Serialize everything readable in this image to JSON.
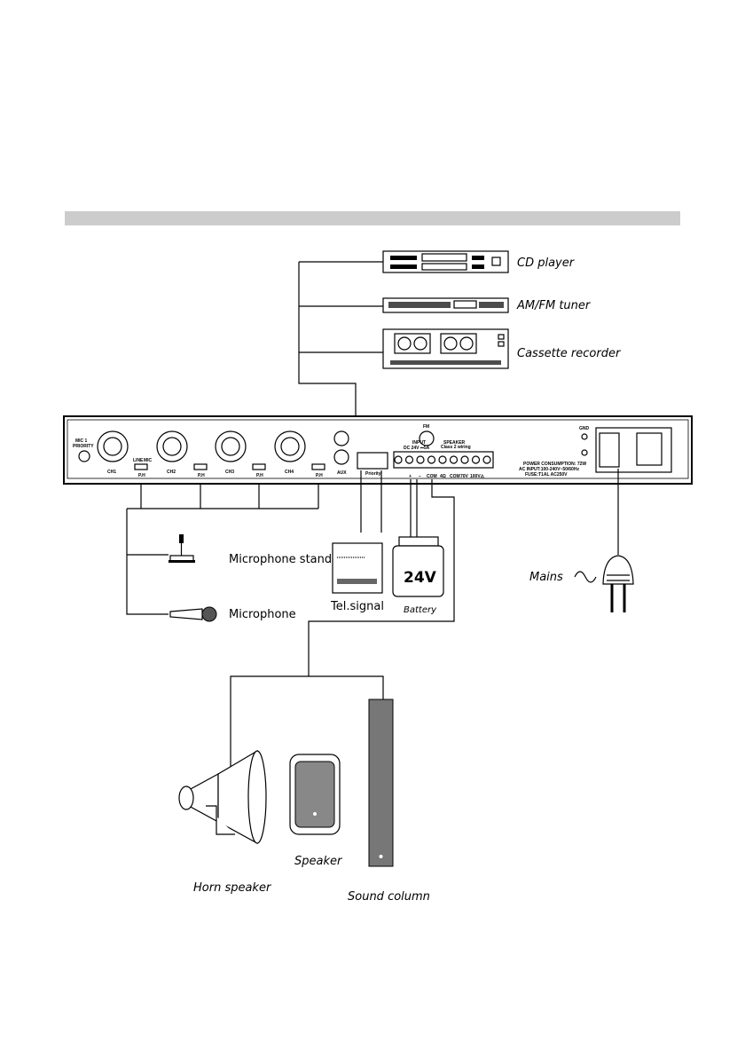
{
  "header_bar_color": "#cccccc",
  "sources": {
    "cd_player": "CD player",
    "tuner": "AM/FM tuner",
    "cassette": "Cassette recorder"
  },
  "panel": {
    "mic1_priority": [
      "MIC 1",
      "PRIORITY"
    ],
    "channels": [
      "CH1",
      "CH2",
      "CH3",
      "CH4"
    ],
    "line_label": "LINE",
    "mic_label": "MIC",
    "phantom_label": "P.H",
    "aux": "AUX",
    "priority": "Priority",
    "fm": "FM",
    "input": [
      "INPUT",
      "DC 24V ⎓5A"
    ],
    "speaker": [
      "SPEAKER",
      "Class 2 wiring"
    ],
    "terminals": [
      "+",
      "−",
      "COM",
      "4Ω",
      "COM",
      "70V",
      "100V⚠"
    ],
    "power": [
      "POWER CONSUMPTION: 72W",
      "AC INPUT:100-240V~50/60Hz",
      "FUSE:T1AL AC250V"
    ],
    "gnd": "GND"
  },
  "inputs": {
    "mic_stand": "Microphone stand",
    "microphone": "Microphone"
  },
  "tel_signal": "Tel.signal",
  "battery": {
    "label": "Battery",
    "voltage": "24V"
  },
  "mains": "Mains",
  "outputs": {
    "horn": "Horn speaker",
    "speaker": "Speaker",
    "column": "Sound column"
  }
}
